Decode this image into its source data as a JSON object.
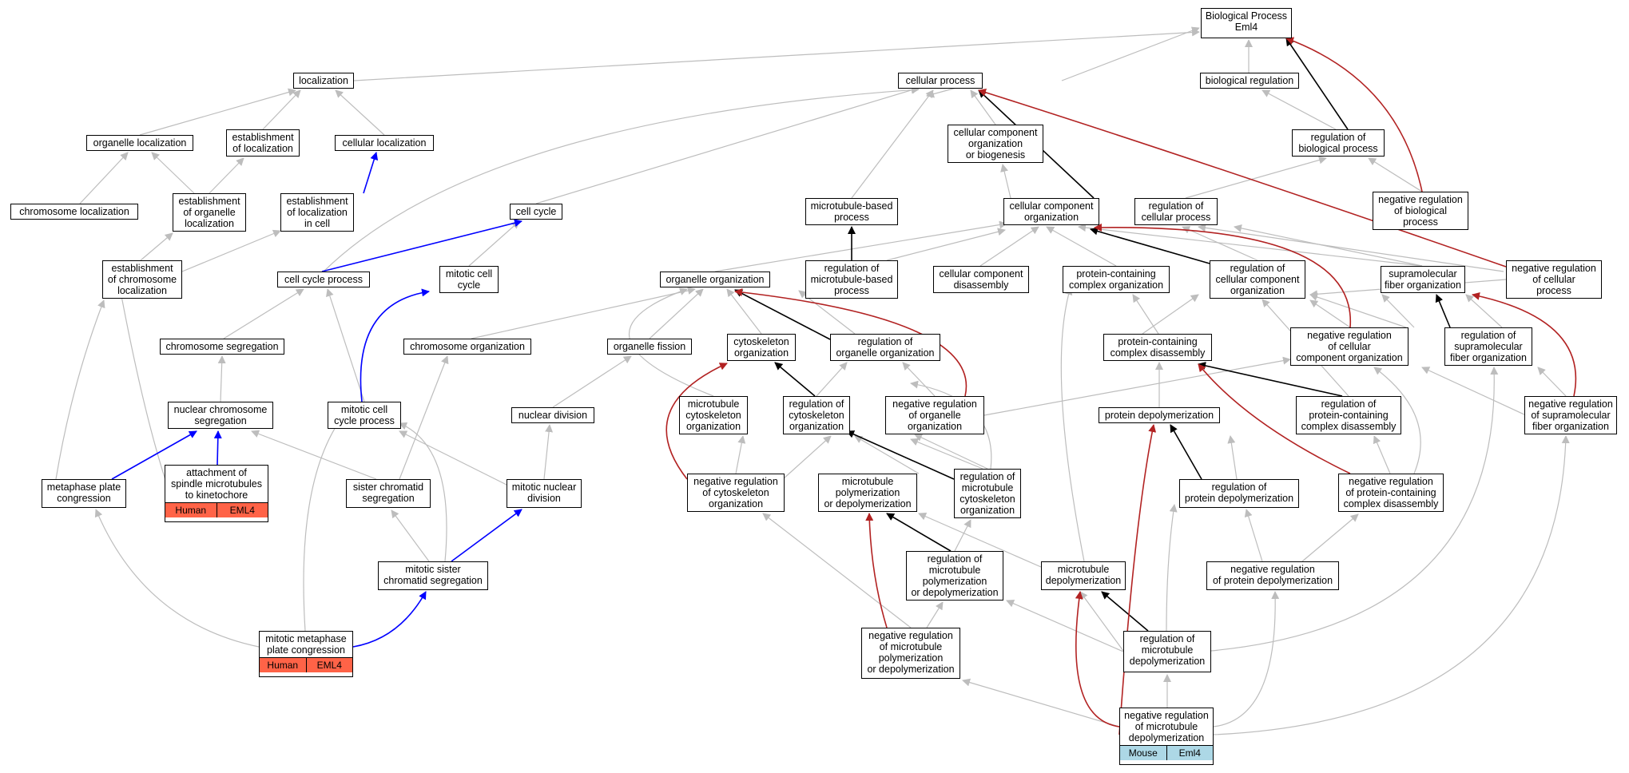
{
  "colors": {
    "gray": "#bdbdbd",
    "black": "#000000",
    "red": "#b22222",
    "blue": "#0000ff",
    "human_tag": "#ff6347",
    "mouse_tag": "#add8e6"
  },
  "nodes": {
    "bp": {
      "label": "Biological Process\nEml4"
    },
    "cellular_process": {
      "label": "cellular process"
    },
    "biological_regulation": {
      "label": "biological regulation"
    },
    "localization": {
      "label": "localization"
    },
    "organelle_localization": {
      "label": "organelle localization"
    },
    "establishment_localization": {
      "label": "establishment\nof localization"
    },
    "cellular_localization": {
      "label": "cellular localization"
    },
    "ccob": {
      "label": "cellular component\norganization\nor biogenesis"
    },
    "reg_bio_process": {
      "label": "regulation of\nbiological process"
    },
    "chromosome_localization": {
      "label": "chromosome localization"
    },
    "est_organelle_loc": {
      "label": "establishment\nof organelle\nlocalization"
    },
    "est_loc_in_cell": {
      "label": "establishment\nof localization\nin cell"
    },
    "cell_cycle": {
      "label": "cell cycle"
    },
    "mt_based_process": {
      "label": "microtubule-based\nprocess"
    },
    "cc_org": {
      "label": "cellular component\norganization"
    },
    "reg_cellular_process": {
      "label": "regulation of\ncellular process"
    },
    "neg_reg_bio_process": {
      "label": "negative regulation\nof biological\nprocess"
    },
    "est_chrom_loc": {
      "label": "establishment\nof chromosome\nlocalization"
    },
    "cell_cycle_process": {
      "label": "cell cycle process"
    },
    "mitotic_cell_cycle": {
      "label": "mitotic cell\ncycle"
    },
    "organelle_org": {
      "label": "organelle organization"
    },
    "reg_mt_based_process": {
      "label": "regulation of\nmicrotubule-based\nprocess"
    },
    "cc_disassembly": {
      "label": "cellular component\ndisassembly"
    },
    "pc_complex_org": {
      "label": "protein-containing\ncomplex organization"
    },
    "reg_cc_org": {
      "label": "regulation of\ncellular component\norganization"
    },
    "supramol_fiber_org": {
      "label": "supramolecular\nfiber organization"
    },
    "neg_reg_cellular_process": {
      "label": "negative regulation\nof cellular\nprocess"
    },
    "chrom_segregation": {
      "label": "chromosome segregation"
    },
    "chrom_org": {
      "label": "chromosome organization"
    },
    "organelle_fission": {
      "label": "organelle fission"
    },
    "cytoskeleton_org": {
      "label": "cytoskeleton\norganization"
    },
    "reg_organelle_org": {
      "label": "regulation of\norganelle organization"
    },
    "pc_complex_disassembly": {
      "label": "protein-containing\ncomplex disassembly"
    },
    "neg_reg_cc_org": {
      "label": "negative regulation\nof cellular\ncomponent organization"
    },
    "reg_supramol_fiber_org": {
      "label": "regulation of\nsupramolecular\nfiber organization"
    },
    "nuclear_chrom_seg": {
      "label": "nuclear chromosome\nsegregation"
    },
    "mitotic_cc_process": {
      "label": "mitotic cell\ncycle process"
    },
    "nuclear_division": {
      "label": "nuclear division"
    },
    "mt_cytoskeleton_org": {
      "label": "microtubule\ncytoskeleton\norganization"
    },
    "reg_cytoskeleton_org": {
      "label": "regulation of\ncytoskeleton\norganization"
    },
    "neg_reg_organelle_org": {
      "label": "negative regulation\nof organelle\norganization"
    },
    "protein_depoly": {
      "label": "protein depolymerization"
    },
    "reg_pc_complex_disassembly": {
      "label": "regulation of\nprotein-containing\ncomplex disassembly"
    },
    "neg_reg_supramol_fiber_org": {
      "label": "negative regulation\nof supramolecular\nfiber organization"
    },
    "attach_spindle": {
      "label": "attachment of\nspindle microtubules\nto kinetochore",
      "tags": [
        "Human",
        "EML4"
      ]
    },
    "metaphase_plate_cong": {
      "label": "metaphase plate\ncongression"
    },
    "sister_chromatid_seg": {
      "label": "sister chromatid\nsegregation"
    },
    "mitotic_nuclear_div": {
      "label": "mitotic nuclear\ndivision"
    },
    "neg_reg_cytoskeleton_org": {
      "label": "negative regulation\nof cytoskeleton\norganization"
    },
    "mt_poly_depoly": {
      "label": "microtubule\npolymerization\nor depolymerization"
    },
    "reg_mt_cytoskeleton_org": {
      "label": "regulation of\nmicrotubule\ncytoskeleton\norganization"
    },
    "reg_protein_depoly": {
      "label": "regulation of\nprotein depolymerization"
    },
    "neg_reg_pc_complex_disassembly": {
      "label": "negative regulation\nof protein-containing\ncomplex disassembly"
    },
    "mitotic_sister_chrom_seg": {
      "label": "mitotic sister\nchromatid segregation"
    },
    "reg_mt_poly_depoly": {
      "label": "regulation of\nmicrotubule\npolymerization\nor depolymerization"
    },
    "mt_depoly": {
      "label": "microtubule\ndepolymerization"
    },
    "neg_reg_protein_depoly": {
      "label": "negative regulation\nof protein depolymerization"
    },
    "mitotic_metaphase_plate_cong": {
      "label": "mitotic metaphase\nplate congression",
      "tags": [
        "Human",
        "EML4"
      ]
    },
    "neg_reg_mt_poly_depoly": {
      "label": "negative regulation\nof microtubule\npolymerization\nor depolymerization"
    },
    "reg_mt_depoly": {
      "label": "regulation of\nmicrotubule\ndepolymerization"
    },
    "neg_reg_mt_depoly": {
      "label": "negative regulation\nof microtubule\ndepolymerization",
      "tags": [
        "Mouse",
        "Eml4"
      ],
      "tag_style": "mouse"
    }
  }
}
